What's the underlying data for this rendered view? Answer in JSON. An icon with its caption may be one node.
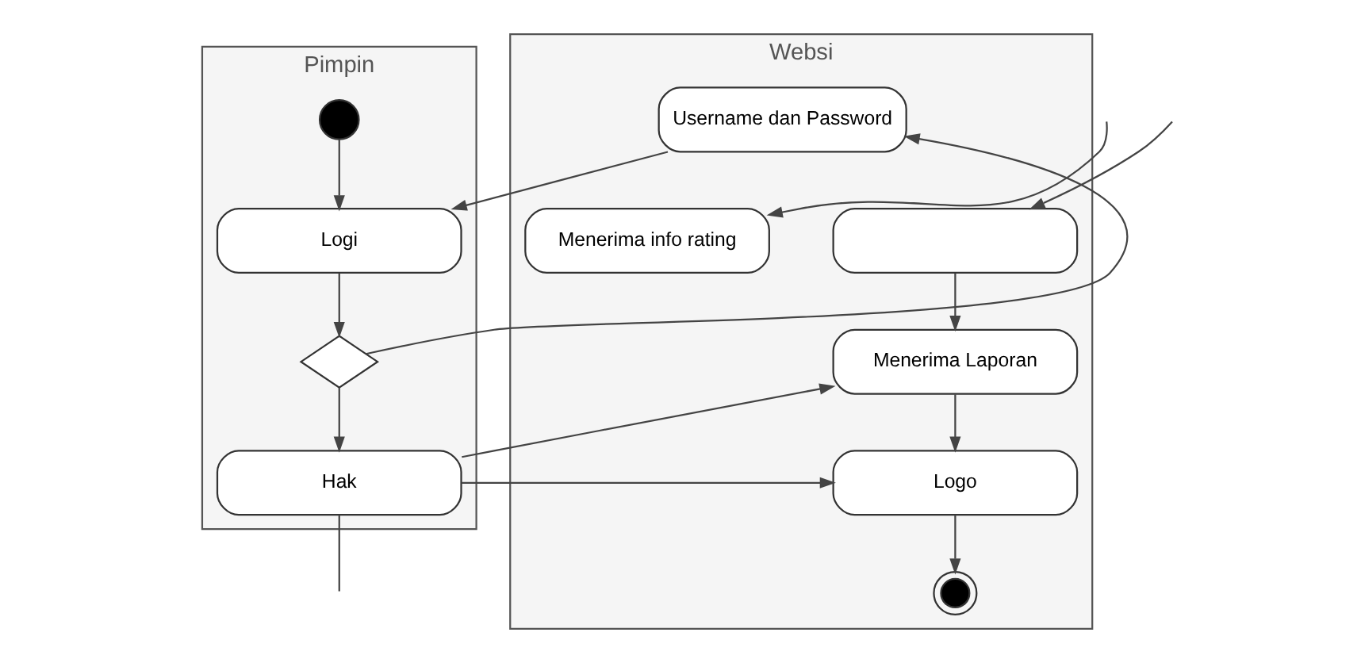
{
  "diagram": {
    "nodes": [
      {
        "text": [
          "Pimpin"
        ]
      },
      {
        "text": [
          "Websi"
        ]
      },
      {
        "text": [],
        "shape": "circle",
        "in": 0
      },
      {
        "text": [
          "Logi"
        ],
        "in": 0
      },
      {
        "text": [],
        "shape": "diamond",
        "in": 0
      },
      {
        "text": [
          "Hak"
        ],
        "in": 0
      },
      {
        "text": [
          "Username dan Password"
        ],
        "in": 1
      },
      {
        "text": [
          "Menerima info rating"
        ],
        "in": 1
      },
      {
        "text": [],
        "shape": "box",
        "in": 1
      },
      {
        "text": [
          "Menerima Laporan"
        ],
        "in": 1
      },
      {
        "text": [
          "Logo"
        ],
        "in": 1
      },
      {
        "text": [],
        "shape": "endcircle",
        "in": 1
      }
    ],
    "edges": [
      {
        "from": 2,
        "to": 3,
        "arrow": "to"
      },
      {
        "from": 6,
        "to": 3,
        "arrow": "to"
      },
      {
        "from": 3,
        "to": 4,
        "arrow": "to"
      },
      {
        "from": 4,
        "to": 6,
        "arrow": "to"
      },
      {
        "from": 4,
        "to": 5,
        "arrow": "to"
      },
      {
        "from": 5,
        "to": null,
        "arrow": "none"
      },
      {
        "from": null,
        "to": 7,
        "arrow": "to"
      },
      {
        "from": null,
        "to": 8,
        "arrow": "to"
      },
      {
        "from": 5,
        "to": 9,
        "arrow": "to"
      },
      {
        "from": 5,
        "to": 10,
        "arrow": "to"
      },
      {
        "from": 8,
        "to": 9,
        "arrow": "to"
      },
      {
        "from": 9,
        "to": 10,
        "arrow": "to"
      },
      {
        "from": 10,
        "to": 11,
        "arrow": "to"
      }
    ]
  }
}
